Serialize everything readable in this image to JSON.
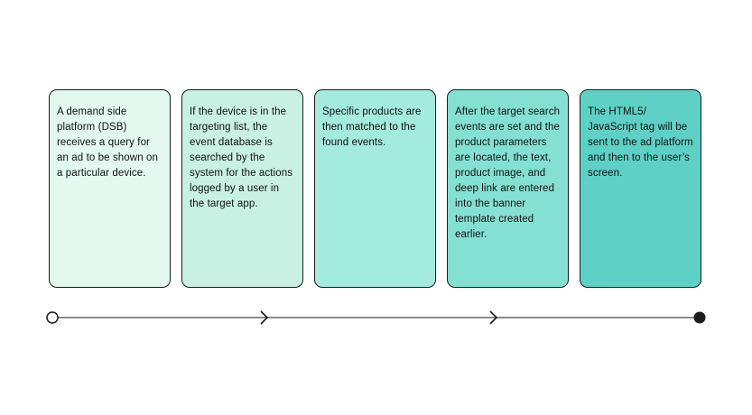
{
  "cards": [
    {
      "text": "A demand side platform (DSB) receives a query for an ad to be shown on a particular device.",
      "color": "#e3f8ee"
    },
    {
      "text": "If the device is in the targeting list, the event database is searched by the system for the actions logged by a user in the target app.",
      "color": "#c8f1e3"
    },
    {
      "text": "Specific products are then matched to the found events.",
      "color": "#a3ebdc"
    },
    {
      "text": "After the target search events are set and the product parameters are located, the text, product image, and deep link are entered into the banner template created earlier.",
      "color": "#83e0d3"
    },
    {
      "text": "The HTML5/ JavaScript tag will be sent to the ad platform and then to the user’s screen.",
      "color": "#5ed0c5"
    }
  ],
  "timeline": {
    "line_color": "#8c8c8c",
    "marker_color": "#1c1c1c",
    "start_marker_fill": "#ffffff",
    "start_marker": "open-circle",
    "end_marker": "filled-circle",
    "arrow_count": "2"
  }
}
